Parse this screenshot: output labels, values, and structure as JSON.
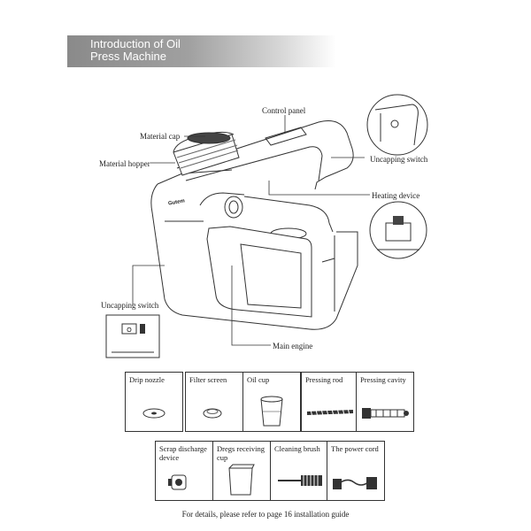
{
  "header": {
    "title_line1": "Introduction of Oil",
    "title_line2": "Press Machine"
  },
  "callouts": {
    "control_panel": "Control panel",
    "material_cap": "Material cap",
    "material_hopper": "Material hopper",
    "uncapping_switch_top": "Uncapping switch",
    "heating_device": "Heating device",
    "uncapping_switch_left": "Uncapping switch",
    "main_engine": "Main engine",
    "brand": "Gutem"
  },
  "accessories_row1": [
    {
      "name": "Drip nozzle"
    },
    {
      "name": "Filter screen"
    },
    {
      "name": "Oil cup"
    },
    {
      "name": "Pressing rod"
    },
    {
      "name": "Pressing cavity"
    }
  ],
  "accessories_row2": [
    {
      "name": "Scrap discharge device"
    },
    {
      "name": "Dregs receiving cup"
    },
    {
      "name": "Cleaning brush"
    },
    {
      "name": "The power cord"
    }
  ],
  "footer": "For details, please refer to page 16 installation guide"
}
